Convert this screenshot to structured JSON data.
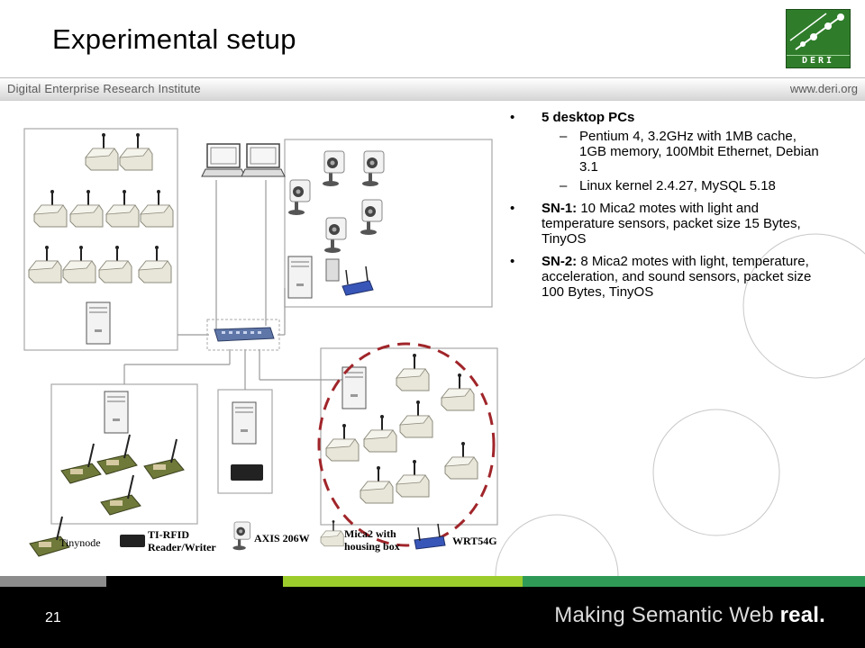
{
  "slide": {
    "title": "Experimental setup",
    "logo_text": "DERI",
    "institute": "Digital Enterprise Research Institute",
    "website": "www.deri.org",
    "page_number": "21",
    "slogan_main": "Making Semantic Web ",
    "slogan_bold": "real."
  },
  "bullets": {
    "b1_head": "5 desktop PCs",
    "b1_s1": "Pentium 4, 3.2GHz with 1MB cache, 1GB memory, 100Mbit Ethernet, Debian 3.1",
    "b1_s2": "Linux kernel 2.4.27, MySQL 5.18",
    "b2_head": "SN-1:",
    "b2_rest": " 10 Mica2 motes with light and temperature sensors, packet size 15 Bytes, TinyOS",
    "b3_head": "SN-2:",
    "b3_rest": " 8 Mica2 motes with light, temperature, acceleration, and sound sensors, packet size 100 Bytes, TinyOS"
  },
  "legend": {
    "tinynode": "Tinynode",
    "tirfid_1": "TI-RFID",
    "tirfid_2": "Reader/Writer",
    "axis": "AXIS 206W",
    "mica_1": "Mica2 with",
    "mica_2": "housing box",
    "wrt": "WRT54G"
  },
  "colors": {
    "dashed_circle": "#a0252a",
    "stripe_gray": "#8c8c8c",
    "stripe_lime": "#9ccc2c",
    "stripe_green": "#2f9a57",
    "footer_bg": "#000000",
    "logo_green": "#2f7d2a"
  }
}
